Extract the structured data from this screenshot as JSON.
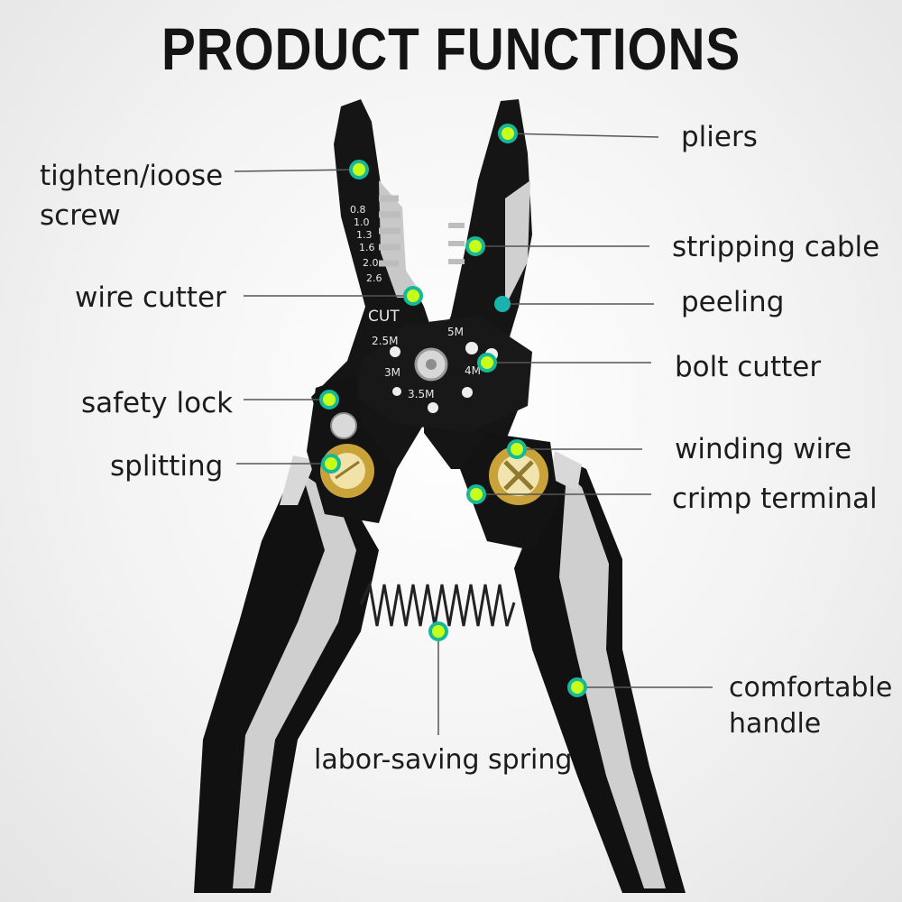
{
  "title": "PRODUCT FUNCTIONS",
  "labels": {
    "pliers": "pliers",
    "tighten_line1": "tighten/ioose",
    "tighten_line2": "screw",
    "stripping_cable": "stripping cable",
    "wire_cutter": "wire cutter",
    "peeling": "peeling",
    "bolt_cutter": "bolt cutter",
    "safety_lock": "safety lock",
    "winding_wire": "winding wire",
    "splitting": "splitting",
    "crimp_terminal": "crimp terminal",
    "comfortable_line1": "comfortable",
    "comfortable_line2": "handle",
    "labor_saving_spring": "labor-saving spring"
  },
  "tool_markings": {
    "gauges": [
      "0.8",
      "1.0",
      "1.3",
      "1.6",
      "2.0",
      "2.6"
    ],
    "cut": "CUT",
    "bolt_sizes": [
      "2.5M",
      "3M",
      "3.5M",
      "4M",
      "5M"
    ]
  },
  "colors": {
    "marker_fill": "#c6ff1a",
    "marker_ring": "#17b79a",
    "peeling_marker": "#18b3aa",
    "tool_body": "#111111",
    "grip_stripe": "#cfcfcf",
    "brass": "#c9a23a"
  }
}
